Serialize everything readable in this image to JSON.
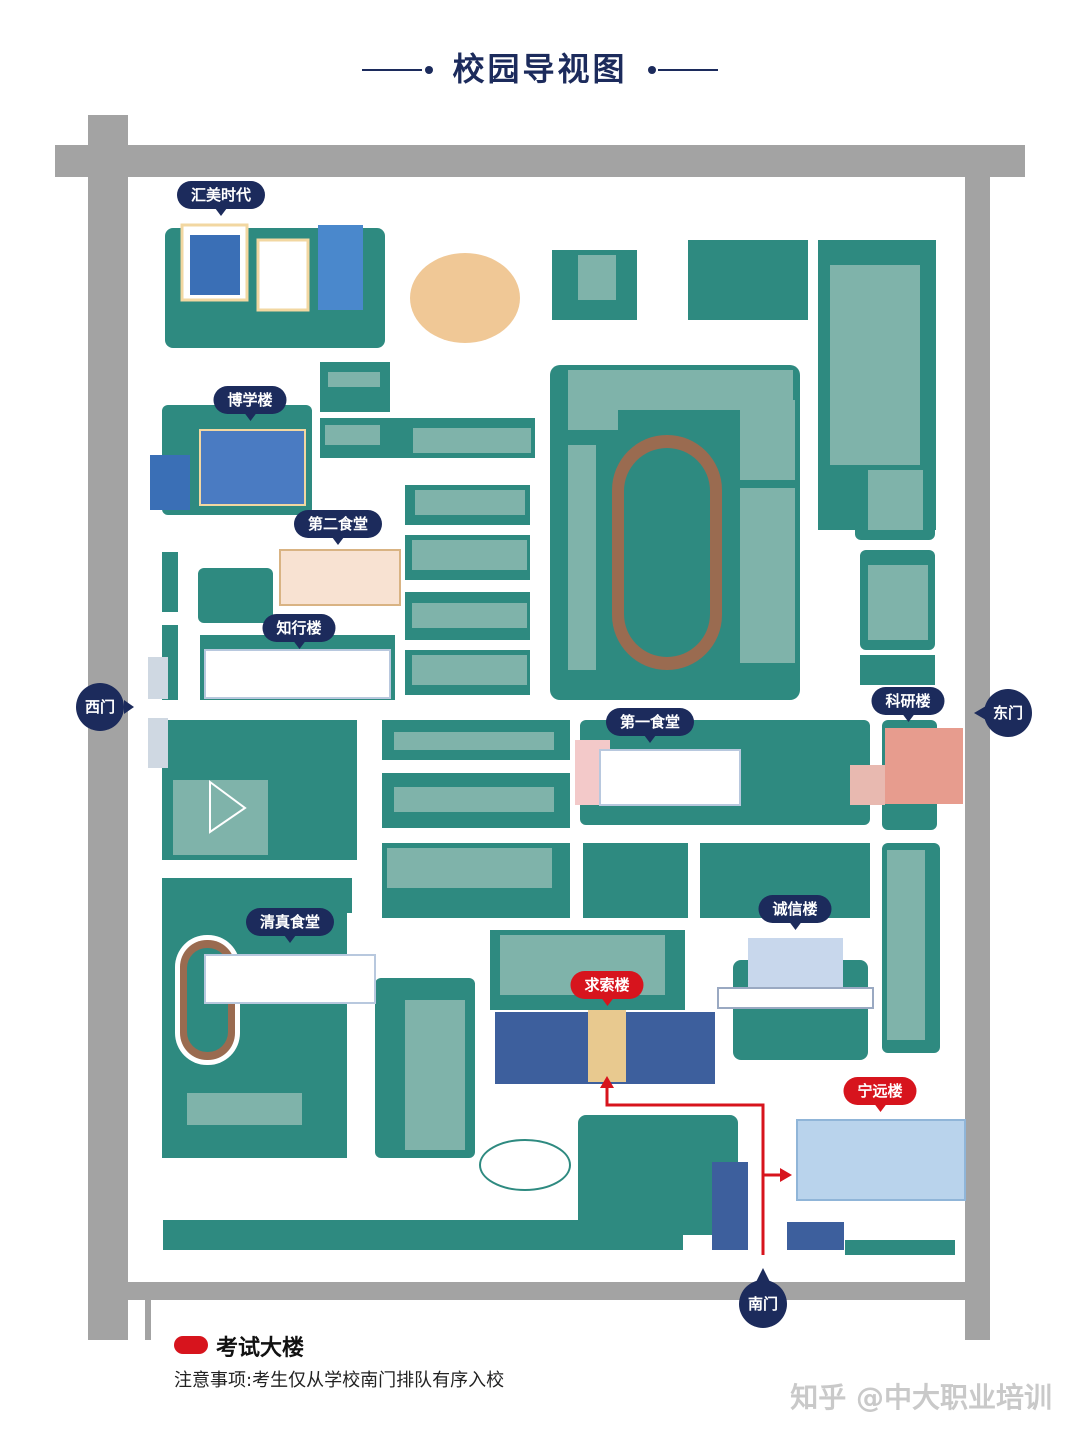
{
  "title": "校园导视图",
  "buildings": {
    "huimei": "汇美时代",
    "boxue": "博学楼",
    "dier_shitang": "第二食堂",
    "zhixing": "知行楼",
    "keyan": "科研楼",
    "diyi_shitang": "第一食堂",
    "chengxin": "诚信楼",
    "qingzhen_shitang": "清真食堂",
    "qiusuo": "求索楼",
    "ningyuan": "宁远楼"
  },
  "gates": {
    "west": "西门",
    "east": "东门",
    "south": "南门"
  },
  "legend": {
    "label": "考试大楼",
    "color": "#d7141d"
  },
  "notice": "注意事项:考生仅从学校南门排队有序入校",
  "watermark": "知乎 @中大职业培训",
  "colors": {
    "road": "#a3a3a3",
    "block": "#2e8a80",
    "building": "#7fb3aa",
    "label": "#1c2b5c",
    "exam": "#d7141d",
    "track": "#9a6b50",
    "field": "#f0c896"
  }
}
